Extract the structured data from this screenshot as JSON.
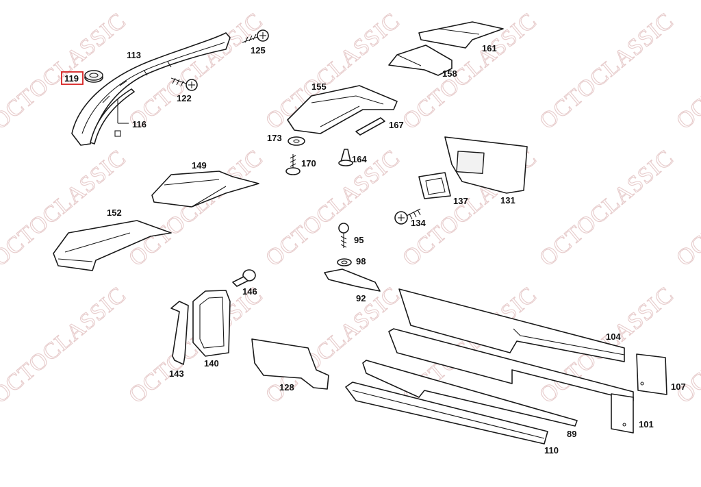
{
  "watermark": "OCTOCLASSIC",
  "highlight_color": "#d62020",
  "callouts": [
    {
      "id": "113",
      "text": "113",
      "highlighted": false
    },
    {
      "id": "119",
      "text": "119",
      "highlighted": true
    },
    {
      "id": "125",
      "text": "125",
      "highlighted": false
    },
    {
      "id": "122",
      "text": "122",
      "highlighted": false
    },
    {
      "id": "116",
      "text": "116",
      "highlighted": false
    },
    {
      "id": "161",
      "text": "161",
      "highlighted": false
    },
    {
      "id": "158",
      "text": "158",
      "highlighted": false
    },
    {
      "id": "155",
      "text": "155",
      "highlighted": false
    },
    {
      "id": "167",
      "text": "167",
      "highlighted": false
    },
    {
      "id": "173",
      "text": "173",
      "highlighted": false
    },
    {
      "id": "170",
      "text": "170",
      "highlighted": false
    },
    {
      "id": "164",
      "text": "164",
      "highlighted": false
    },
    {
      "id": "149",
      "text": "149",
      "highlighted": false
    },
    {
      "id": "131",
      "text": "131",
      "highlighted": false
    },
    {
      "id": "137",
      "text": "137",
      "highlighted": false
    },
    {
      "id": "134",
      "text": "134",
      "highlighted": false
    },
    {
      "id": "152",
      "text": "152",
      "highlighted": false
    },
    {
      "id": "95",
      "text": "95",
      "highlighted": false
    },
    {
      "id": "98",
      "text": "98",
      "highlighted": false
    },
    {
      "id": "92",
      "text": "92",
      "highlighted": false
    },
    {
      "id": "146",
      "text": "146",
      "highlighted": false
    },
    {
      "id": "143",
      "text": "143",
      "highlighted": false
    },
    {
      "id": "140",
      "text": "140",
      "highlighted": false
    },
    {
      "id": "128",
      "text": "128",
      "highlighted": false
    },
    {
      "id": "104",
      "text": "104",
      "highlighted": false
    },
    {
      "id": "107",
      "text": "107",
      "highlighted": false
    },
    {
      "id": "101",
      "text": "101",
      "highlighted": false
    },
    {
      "id": "89",
      "text": "89",
      "highlighted": false
    },
    {
      "id": "110",
      "text": "110",
      "highlighted": false
    }
  ]
}
